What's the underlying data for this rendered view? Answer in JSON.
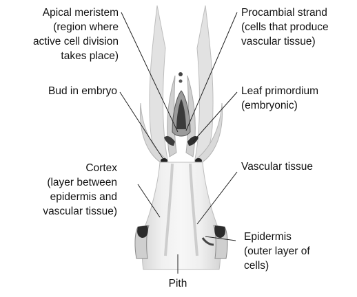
{
  "labels": {
    "apical_meristem": [
      "Apical meristem",
      "(region where",
      "active cell division",
      "takes place)"
    ],
    "bud_in_embryo": [
      "Bud in embryo"
    ],
    "cortex": [
      "Cortex",
      "(layer between",
      "epidermis and",
      "vascular tissue)"
    ],
    "pith": [
      "Pith"
    ],
    "procambial_strand": [
      "Procambial strand",
      "(cells that produce",
      "vascular tissue)"
    ],
    "leaf_primordium": [
      "Leaf primordium",
      "(embryonic)"
    ],
    "vascular_tissue": [
      "Vascular tissue"
    ],
    "epidermis": [
      "Epidermis",
      "(outer layer of",
      "cells)"
    ]
  },
  "colors": {
    "text": "#111111",
    "leader": "#222222",
    "tissue_light": "#ececec",
    "tissue_mid": "#c9c9c9",
    "tissue_dark": "#3a3a3a"
  }
}
